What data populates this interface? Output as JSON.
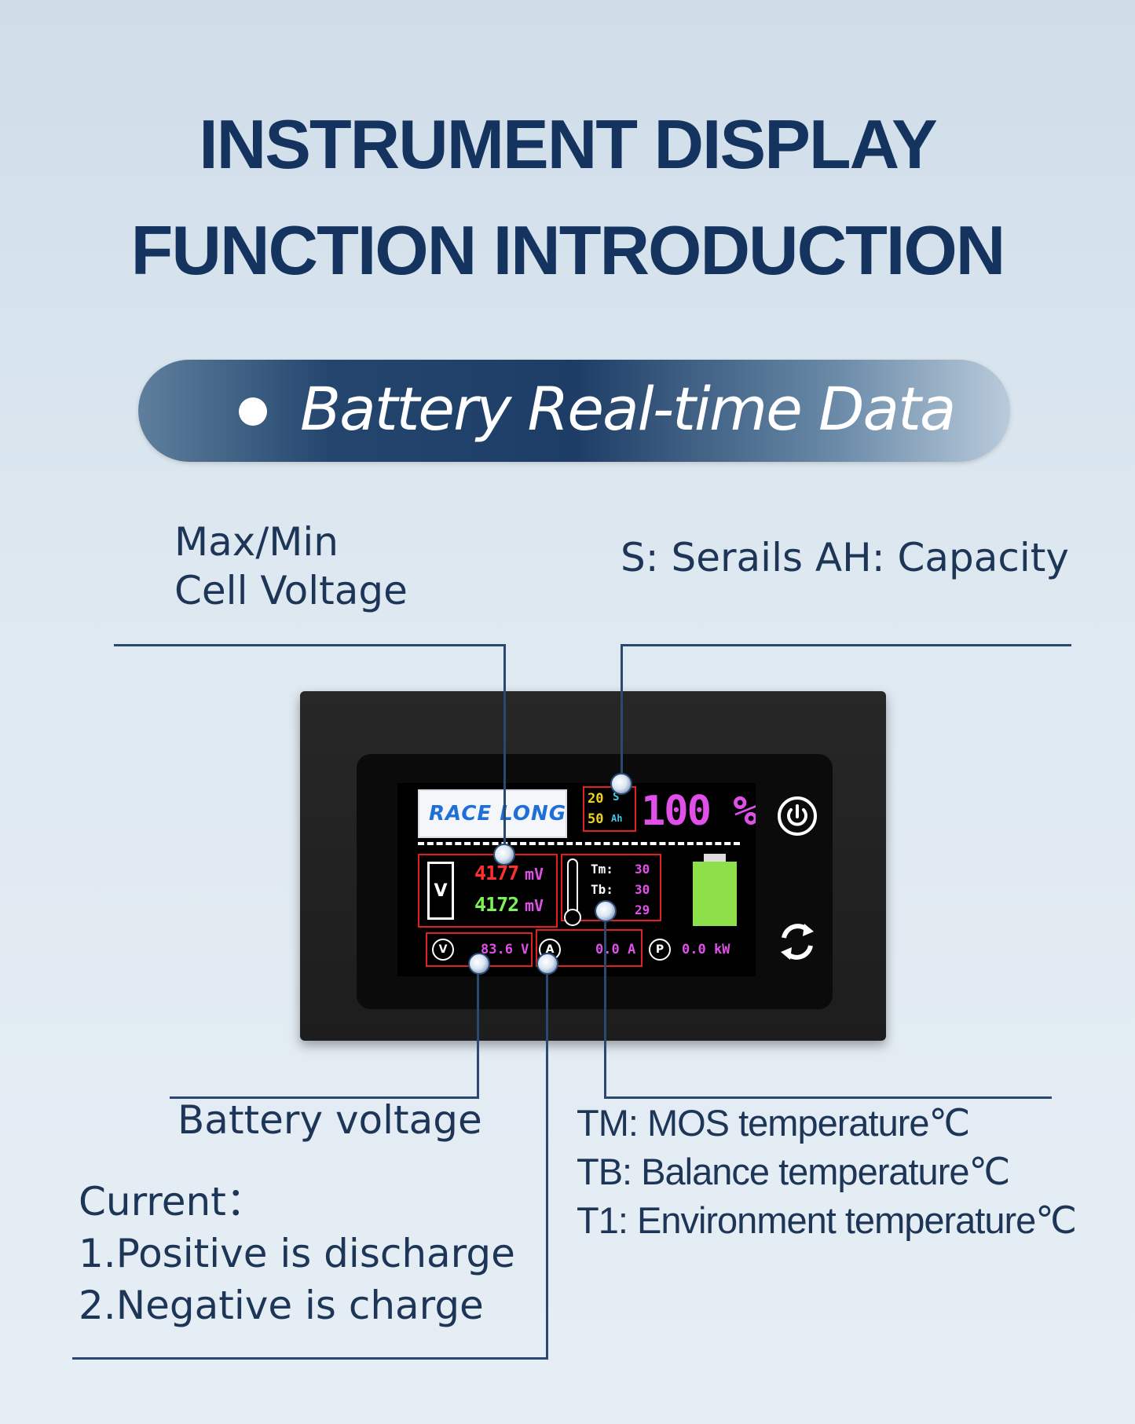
{
  "title": {
    "line1": "INSTRUMENT DISPLAY",
    "line2": "FUNCTION INTRODUCTION"
  },
  "banner": {
    "text": "Battery Real-time Data"
  },
  "labels": {
    "max_min_line1": "Max/Min",
    "max_min_line2": "Cell Voltage",
    "serials_capacity": "S: Serails  AH: Capacity",
    "battery_voltage": "Battery voltage",
    "current_title": "Current：",
    "current_line1": "1.Positive is discharge",
    "current_line2": "2.Negative is charge",
    "tm": "TM: MOS temperature℃",
    "tb": "TB: Balance temperature℃",
    "t1": "T1: Environment temperature℃"
  },
  "screen": {
    "logo": "RACE LONG",
    "series_value": "20",
    "series_unit": "S",
    "capacity_value": "50",
    "capacity_unit": "Ah",
    "soc": "100 %",
    "max_cell": "4177",
    "min_cell": "4172",
    "cell_unit": "mV",
    "cell_icon": "V",
    "tm_label": "Tm:",
    "tb_label": "Tb:",
    "tm_value": "30",
    "tb_value": "30",
    "t1_value": "29",
    "voltage_icon": "V",
    "voltage": "83.6 V",
    "current_icon": "A",
    "current": "0.0 A",
    "power_icon": "P",
    "power": "0.0 kW"
  },
  "colors": {
    "title": "#14345f",
    "soc": "#e050e8",
    "max_cell": "#ff3030",
    "min_cell": "#7ef05a",
    "temps": "#e050e8",
    "battery_fill": "#8ee04a",
    "callout_box": "#e02020"
  },
  "icons": {
    "banner": "bullet-dot-icon",
    "power": "power-icon",
    "refresh": "refresh-icon",
    "thermometer": "thermometer-icon",
    "battery": "battery-icon"
  },
  "battery_level": 1.0
}
